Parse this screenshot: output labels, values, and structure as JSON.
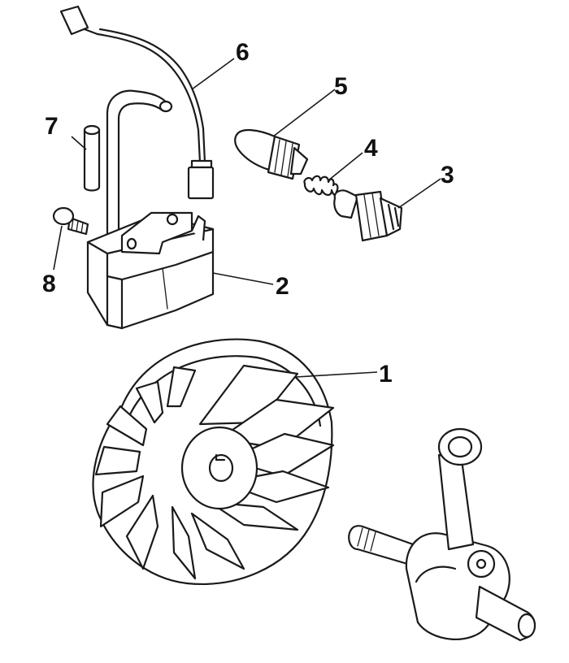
{
  "diagram": {
    "callouts": [
      {
        "id": "1",
        "part": "flywheel"
      },
      {
        "id": "2",
        "part": "ignition-coil"
      },
      {
        "id": "3",
        "part": "spark-plug"
      },
      {
        "id": "4",
        "part": "spring"
      },
      {
        "id": "5",
        "part": "spark-plug-boot"
      },
      {
        "id": "6",
        "part": "stop-wire"
      },
      {
        "id": "7",
        "part": "pin"
      },
      {
        "id": "8",
        "part": "screw"
      }
    ]
  }
}
